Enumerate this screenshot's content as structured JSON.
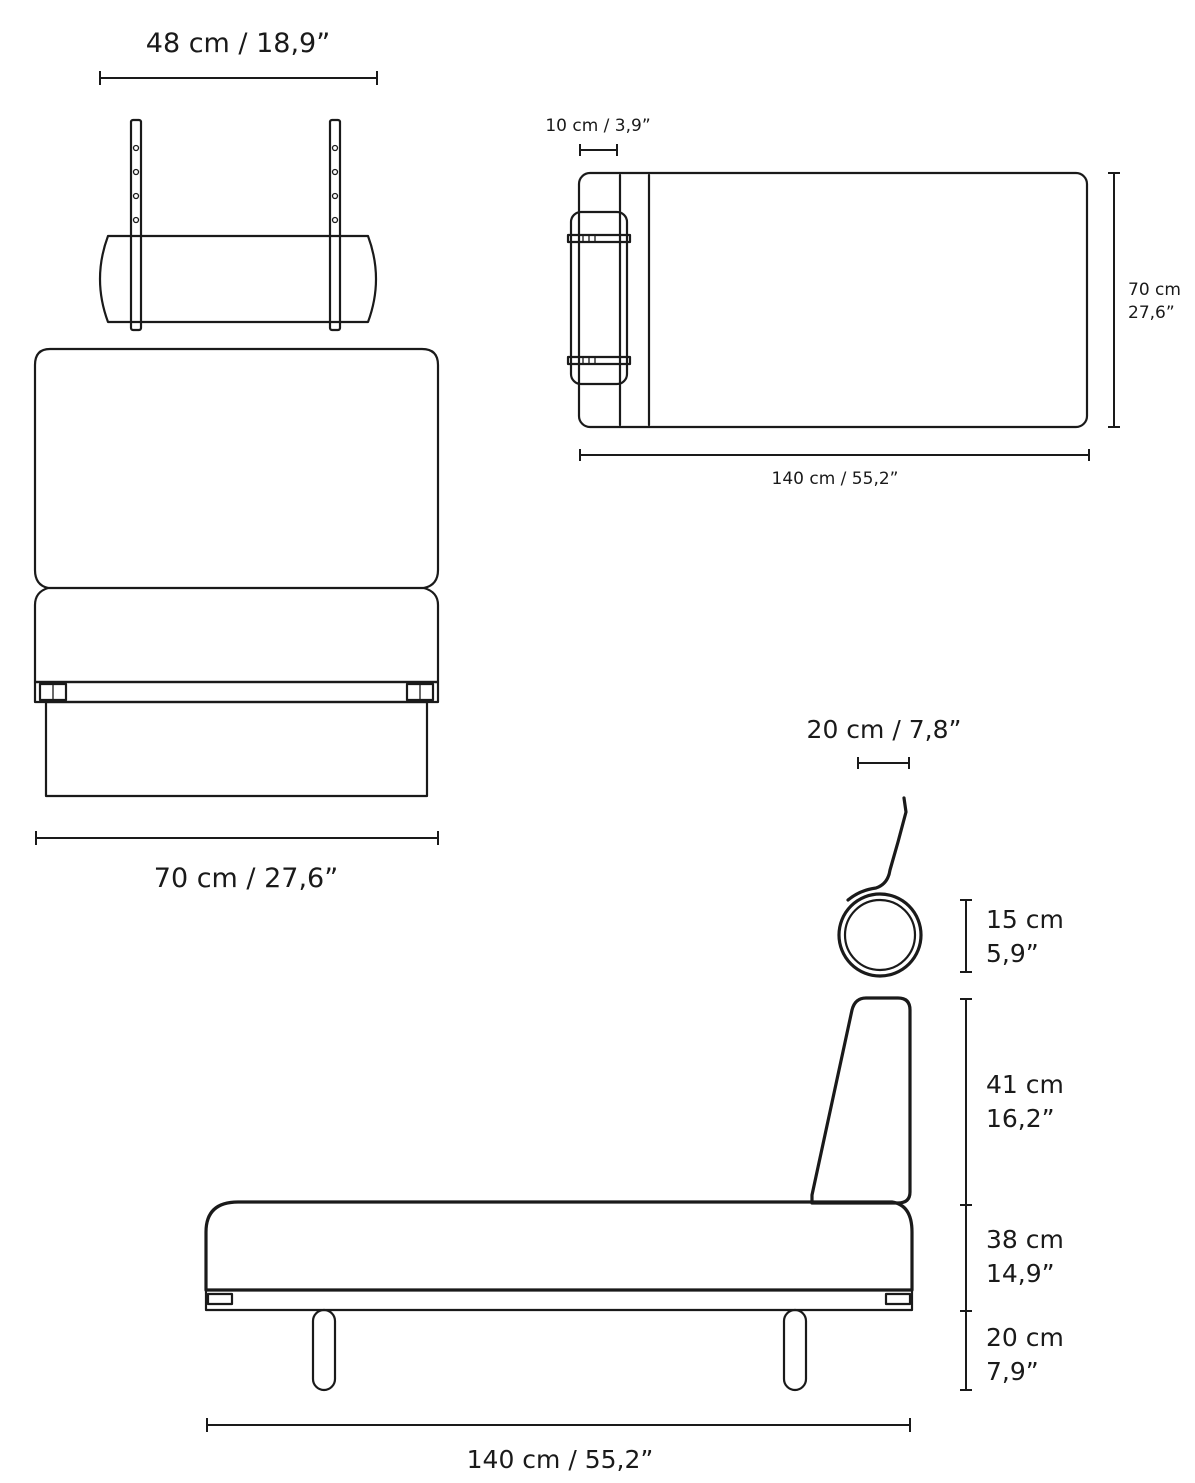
{
  "dimensions": {
    "front_headrest_width": "48 cm / 18,9”",
    "front_width": "70 cm / 27,6”",
    "top_headrest_depth": "10 cm / 3,9”",
    "top_depth_cm": "70 cm",
    "top_depth_in": "27,6”",
    "top_length": "140 cm / 55,2”",
    "side_headrest_width": "20 cm / 7,8”",
    "headrest_height_cm": "15 cm",
    "headrest_height_in": "5,9”",
    "back_height_cm": "41 cm",
    "back_height_in": "16,2”",
    "seat_height_cm": "38 cm",
    "seat_height_in": "14,9”",
    "leg_height_cm": "20 cm",
    "leg_height_in": "7,9”",
    "side_length": "140 cm / 55,2”"
  }
}
